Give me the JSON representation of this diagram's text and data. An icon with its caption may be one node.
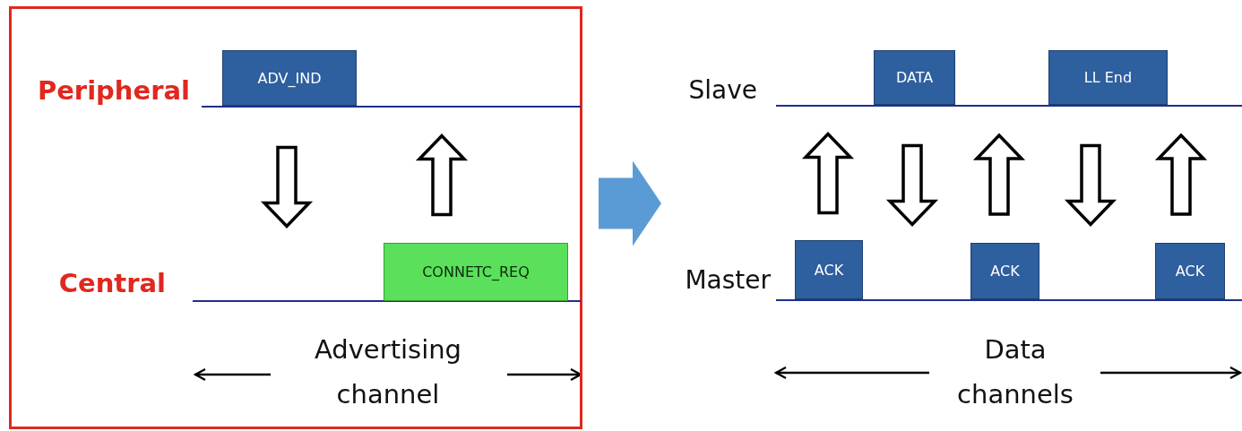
{
  "diagram": {
    "nodes": [
      {
        "text": [],
        "shape": "box"
      },
      {
        "text": [
          "Peripheral"
        ],
        "in": 0
      },
      {
        "text": [
          "ADV_IND"
        ],
        "in": 0
      },
      {
        "text": [
          "Central"
        ],
        "in": 0
      },
      {
        "text": [
          "CONNETC_REQ"
        ],
        "in": 0
      },
      {
        "text": [
          "Slave"
        ]
      },
      {
        "text": [
          "DATA"
        ]
      },
      {
        "text": [
          "LL End"
        ]
      },
      {
        "text": [
          "Master"
        ]
      },
      {
        "text": [
          "ACK"
        ]
      },
      {
        "text": [
          "ACK"
        ]
      },
      {
        "text": [
          "ACK"
        ]
      }
    ],
    "edges": [
      {
        "from": 2,
        "to": 3,
        "arrow": "to"
      },
      {
        "from": 4,
        "to": 1,
        "arrow": "to"
      },
      {
        "from": 0,
        "to": null,
        "arrow": "to",
        "style": "thick",
        "color": "#5b9bd5"
      },
      {
        "from": 9,
        "to": 5,
        "arrow": "to"
      },
      {
        "from": 6,
        "to": 8,
        "arrow": "to"
      },
      {
        "from": 10,
        "to": 5,
        "arrow": "to"
      },
      {
        "from": 7,
        "to": 8,
        "arrow": "to"
      },
      {
        "from": 11,
        "to": 5,
        "arrow": "to"
      }
    ],
    "labels": [
      "Advertising channel",
      "Data channels"
    ]
  }
}
